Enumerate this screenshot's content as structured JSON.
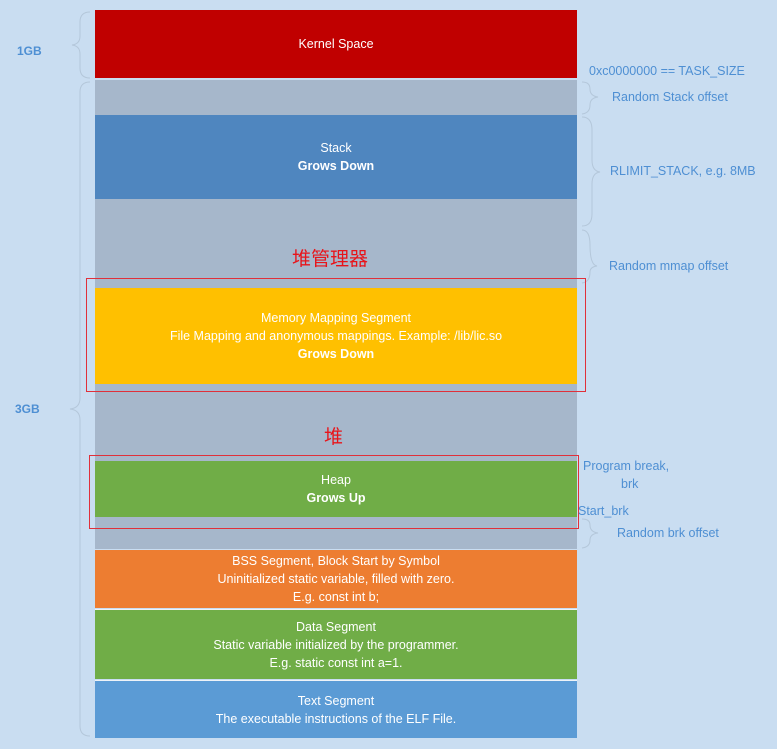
{
  "left_labels": {
    "kernel_size": "1GB",
    "user_size": "3GB"
  },
  "segments": {
    "kernel": {
      "title": "Kernel Space",
      "color": "#c00000"
    },
    "stack": {
      "title": "Stack",
      "growth": "Grows Down",
      "color": "#4f86bf"
    },
    "mmap": {
      "title": "Memory Mapping Segment",
      "desc": "File Mapping and anonymous mappings. Example: /lib/lic.so",
      "growth": "Grows Down",
      "color": "#ffc000"
    },
    "heap": {
      "title": "Heap",
      "growth": "Grows Up",
      "color": "#70ad47"
    },
    "bss": {
      "title": "BSS Segment, Block Start by Symbol",
      "desc": "Uninitialized static variable, filled with zero.",
      "example": "E.g. const int b;",
      "color": "#ed7d31"
    },
    "data": {
      "title": "Data Segment",
      "desc": "Static variable initialized by the programmer.",
      "example": "E.g. static const int a=1.",
      "color": "#70ad47"
    },
    "text": {
      "title": "Text Segment",
      "desc": "The executable instructions of the ELF File.",
      "color": "#5b9bd5"
    }
  },
  "annotations": {
    "task_size": "0xc0000000 == TASK_SIZE",
    "random_stack_offset": "Random Stack offset",
    "rlimit_stack": "RLIMIT_STACK, e.g. 8MB",
    "random_mmap_offset": "Random mmap offset",
    "program_break_1": "Program break,",
    "program_break_2": "brk",
    "start_brk": "Start_brk",
    "random_brk_offset": "Random brk offset"
  },
  "chinese_labels": {
    "heap_manager": "堆管理器",
    "heap": "堆"
  },
  "highlight_color": "#e0303a"
}
